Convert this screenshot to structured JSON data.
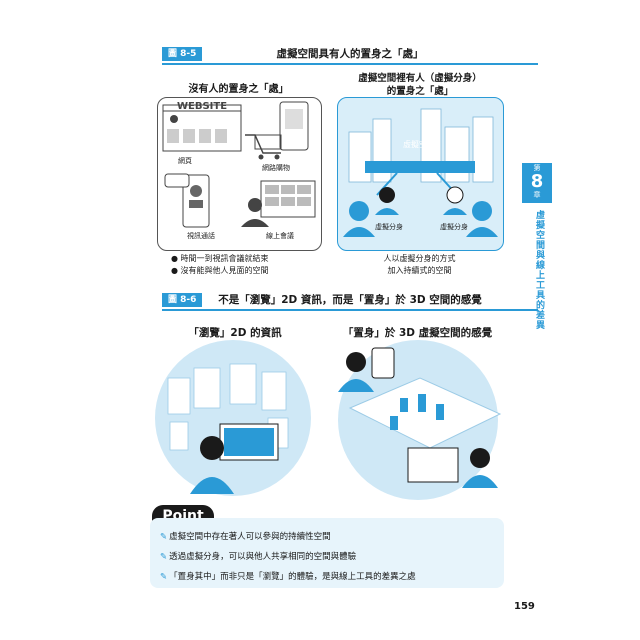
{
  "fig1": {
    "tag": "圖 8-5",
    "title": "虛擬空間具有人的置身之「處」",
    "left_heading": "沒有人的置身之「處」",
    "right_heading_1": "虛擬空間裡有人（虛擬分身）",
    "right_heading_2": "的置身之「處」",
    "website": "WEBSITE",
    "label_web": "網頁",
    "label_shop": "網路購物",
    "label_call": "視訊通話",
    "label_meeting": "線上會議",
    "label_vspace": "虛擬空間",
    "label_avatar1": "虛擬分身",
    "label_avatar2": "虛擬分身",
    "bullets_left": [
      "時間一到視訊會議就結束",
      "沒有能與他人見面的空間"
    ],
    "caption_right_1": "人以虛擬分身的方式",
    "caption_right_2": "加入持續式的空間"
  },
  "fig2": {
    "tag": "圖 8-6",
    "title": "不是「瀏覽」2D 資訊，而是「置身」於 3D 空間的感覺",
    "left_heading": "「瀏覽」2D 的資訊",
    "right_heading": "「置身」於 3D 虛擬空間的感覺"
  },
  "sidebar": {
    "di": "第",
    "chapter_num": "8",
    "zhang": "章",
    "chapter_title": "虛擬空間與線上工具的差異"
  },
  "point": {
    "label": "Point",
    "lines": [
      "虛擬空間中存在著人可以參與的持續性空間",
      "透過虛擬分身，可以與他人共享相同的空間與體驗",
      "「置身其中」而非只是「瀏覽」的體驗，是與線上工具的差異之處"
    ]
  },
  "page_number": "159",
  "colors": {
    "accent": "#2a9ad6",
    "light": "#d9eef9"
  }
}
